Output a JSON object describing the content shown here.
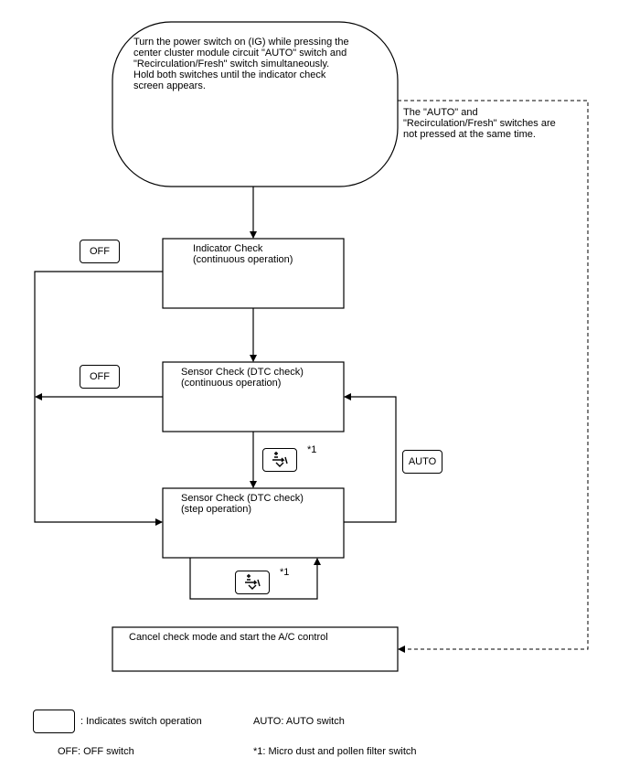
{
  "start": {
    "text": "Turn the power switch on (IG) while pressing the\ncenter cluster module circuit \"AUTO\" switch and\n\"Recirculation/Fresh\" switch simultaneously.\nHold both switches until the indicator check\nscreen appears."
  },
  "side_note": "The \"AUTO\" and\n\"Recirculation/Fresh\" switches are\nnot pressed at the same time.",
  "indicator_check": "Indicator Check\n(continuous operation)",
  "sensor_continuous": "Sensor Check (DTC check)\n(continuous operation)",
  "sensor_step": "Sensor Check (DTC check)\n(step operation)",
  "cancel": "Cancel check mode and start the A/C control",
  "switches": {
    "off": "OFF",
    "auto": "AUTO",
    "footnote_mark": "*1",
    "micro_dust_icon": "micro-dust-pollen-filter-icon"
  },
  "legend": {
    "switch_operation": ": Indicates switch operation",
    "auto": "AUTO: AUTO switch",
    "off": "OFF: OFF switch",
    "footnote": "*1: Micro dust and pollen filter switch"
  }
}
